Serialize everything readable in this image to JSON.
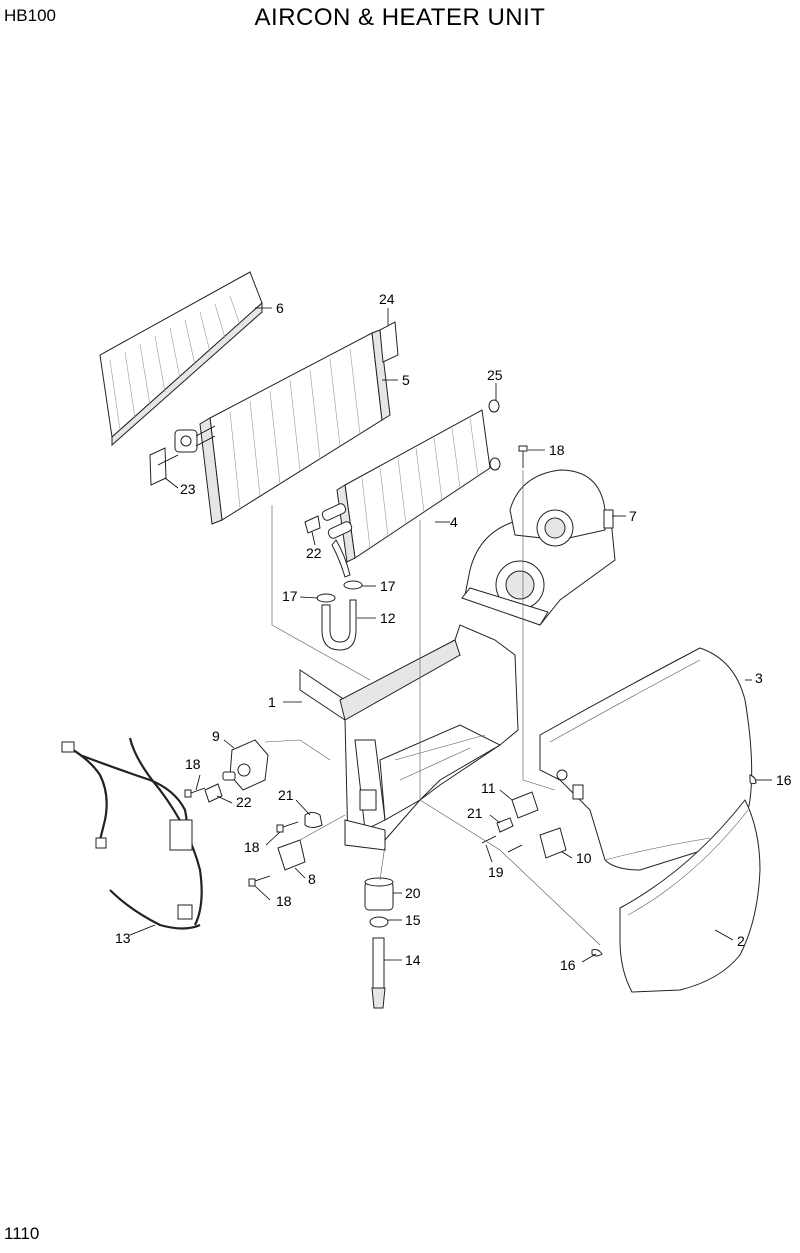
{
  "header": {
    "model_code": "HB100",
    "title": "AIRCON & HEATER UNIT"
  },
  "footer": {
    "page_number": "1110"
  },
  "callouts": [
    "6",
    "24",
    "5",
    "25",
    "18",
    "23",
    "4",
    "7",
    "22",
    "17",
    "17",
    "12",
    "3",
    "1",
    "9",
    "16",
    "18",
    "22",
    "21",
    "11",
    "21",
    "18",
    "10",
    "8",
    "19",
    "18",
    "20",
    "15",
    "13",
    "2",
    "16",
    "14"
  ]
}
